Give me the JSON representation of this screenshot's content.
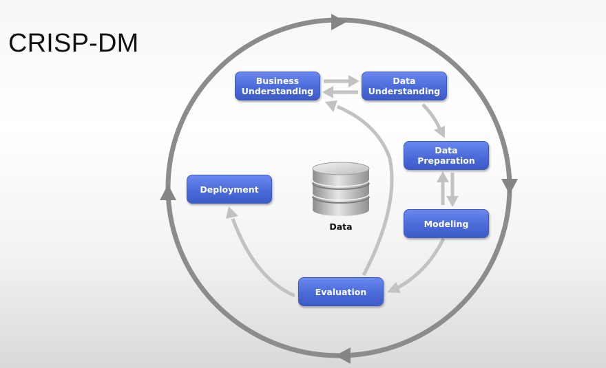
{
  "title": "CRISP-DM",
  "phases": {
    "business_understanding": "Business\nUnderstanding",
    "data_understanding": "Data\nUnderstanding",
    "data_preparation": "Data\nPreparation",
    "modeling": "Modeling",
    "evaluation": "Evaluation",
    "deployment": "Deployment"
  },
  "center": {
    "label": "Data",
    "icon": "database-icon"
  },
  "colors": {
    "box": "#4b6bd9",
    "outer_cycle": "#8c8c8c",
    "inner_arrows": "#c2c2c2"
  }
}
